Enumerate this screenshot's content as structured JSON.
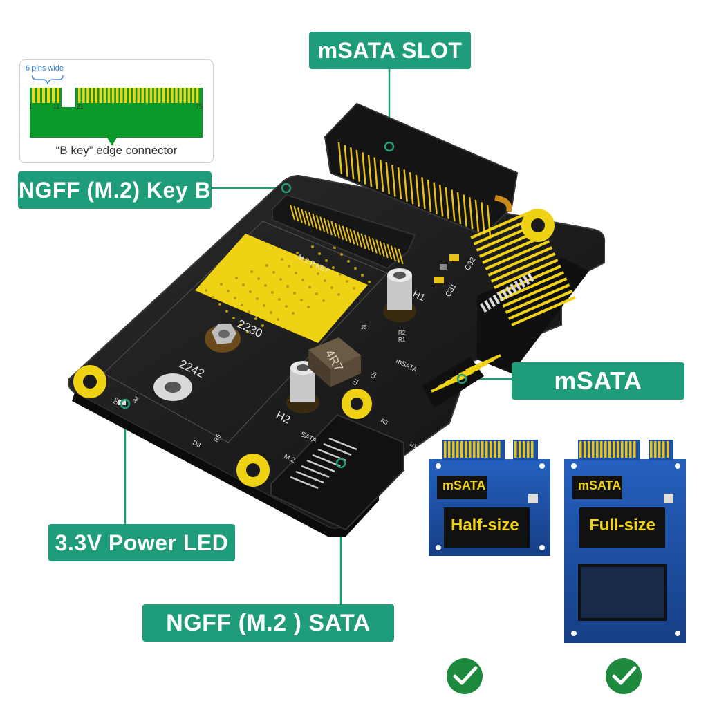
{
  "callouts": {
    "msata_slot": "mSATA  SLOT",
    "ngff_key_b": "NGFF (M.2) Key B",
    "msata": "mSATA",
    "power_led": "3.3V Power LED",
    "ngff_sata": "NGFF (M.2 ) SATA"
  },
  "inset": {
    "pins_wide": "6 pins wide",
    "caption": "“B key”  edge connector",
    "pin_1": "1",
    "pin_11": "11",
    "pin_21": "21",
    "pin_75": "75"
  },
  "board_silkscreen": {
    "size_2230": "2230",
    "size_2242": "2242",
    "m2_b_key": "M.2   B   KEY",
    "inductor": "4R7",
    "h1": "H1",
    "h2": "H2",
    "c32": "C32",
    "c31": "C31",
    "msata": "mSATA",
    "m2": "M.2",
    "sata": "SATA",
    "d3": "D3",
    "r5": "R5",
    "d2": "D2",
    "r4": "R4",
    "d1": "D1",
    "r3": "R3",
    "c5": "C5",
    "c1": "C1",
    "r2": "R2",
    "r1": "R1",
    "j5": "J5"
  },
  "cards": {
    "half": {
      "label": "mSATA",
      "size": "Half-size"
    },
    "full": {
      "label": "mSATA",
      "size": "Full-size"
    }
  },
  "colors": {
    "accent": "#1f9c79",
    "board": "#1c1c1c",
    "gold": "#e8c21a",
    "card_blue": "#1d4fa3",
    "check_green": "#1e8a3e"
  },
  "icons": [
    "check-icon",
    "check-icon"
  ]
}
